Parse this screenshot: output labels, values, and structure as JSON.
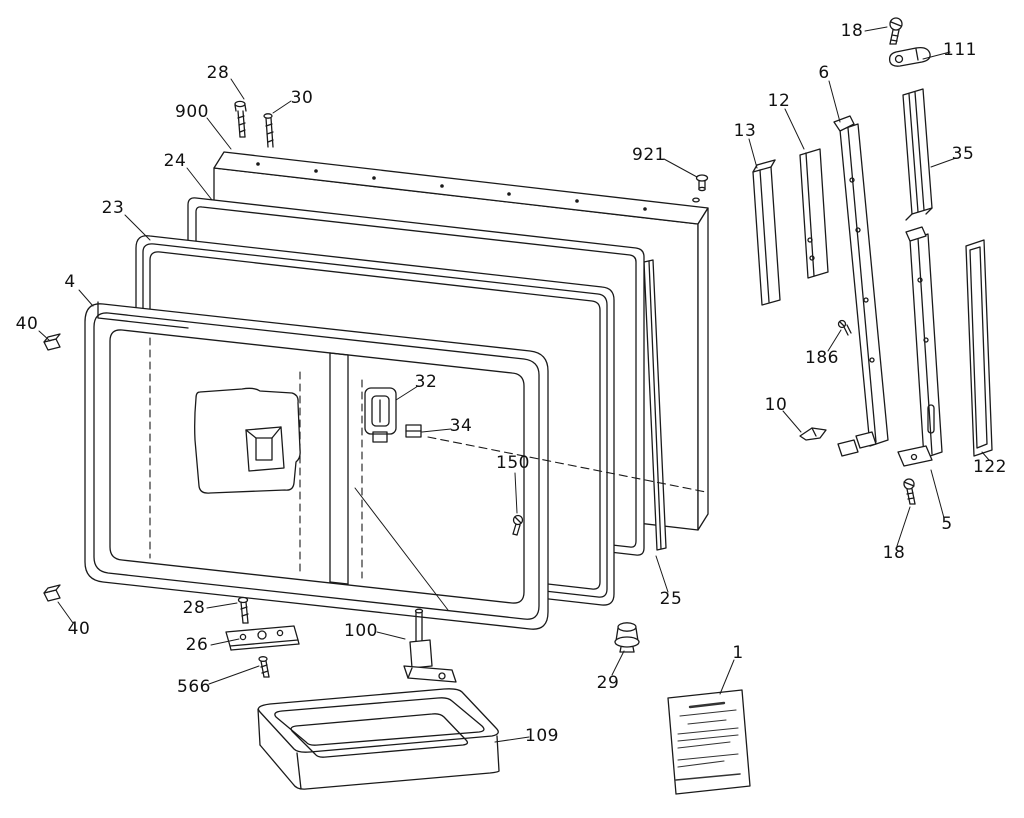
{
  "figure": {
    "type": "exploded-parts-diagram",
    "subject": "Refrigerator freezer door assembly exploded view",
    "colors": {
      "background": "#ffffff",
      "line": "#1a1a1a"
    }
  },
  "labels": [
    {
      "text": "28"
    },
    {
      "text": "30"
    },
    {
      "text": "900"
    },
    {
      "text": "24"
    },
    {
      "text": "23"
    },
    {
      "text": "4"
    },
    {
      "text": "40"
    },
    {
      "text": "921"
    },
    {
      "text": "18"
    },
    {
      "text": "111"
    },
    {
      "text": "6"
    },
    {
      "text": "12"
    },
    {
      "text": "13"
    },
    {
      "text": "35"
    },
    {
      "text": "186"
    },
    {
      "text": "10"
    },
    {
      "text": "32"
    },
    {
      "text": "34"
    },
    {
      "text": "150"
    },
    {
      "text": "122"
    },
    {
      "text": "5"
    },
    {
      "text": "18"
    },
    {
      "text": "25"
    },
    {
      "text": "29"
    },
    {
      "text": "40"
    },
    {
      "text": "28"
    },
    {
      "text": "26"
    },
    {
      "text": "566"
    },
    {
      "text": "100"
    },
    {
      "text": "109"
    },
    {
      "text": "1"
    }
  ]
}
